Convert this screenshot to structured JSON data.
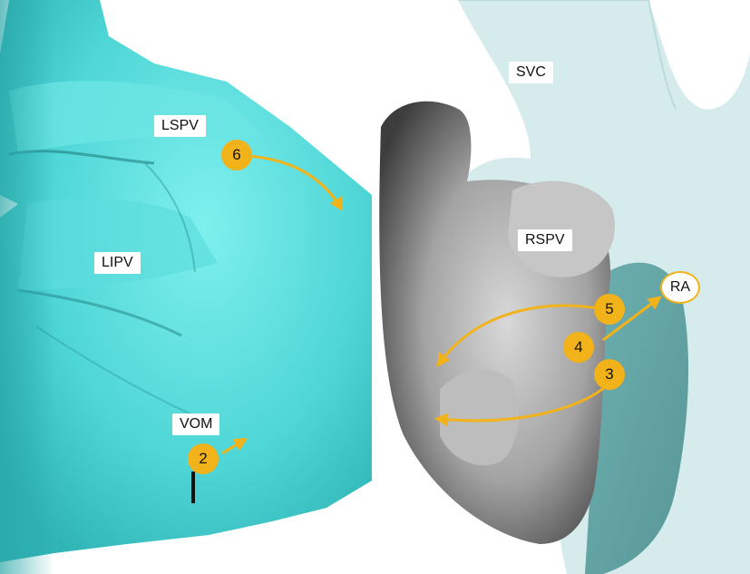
{
  "left_panel": {
    "labels": {
      "lspv": "LSPV",
      "lipv": "LIPV",
      "vom": "VOM"
    },
    "markers": {
      "six": "6",
      "two": "2"
    }
  },
  "right_panel": {
    "labels": {
      "svc": "SVC",
      "rspv": "RSPV",
      "ra": "RA"
    },
    "markers": {
      "five": "5",
      "four": "4",
      "three": "3"
    }
  },
  "colors": {
    "left_atrium_mesh": "#4ed6d6",
    "right_background_mesh": "#cfe9ea",
    "pulmonary_vein_mesh": "#6e6e6e",
    "marker_fill": "#f2b21a",
    "arrow": "#f2b21a"
  }
}
